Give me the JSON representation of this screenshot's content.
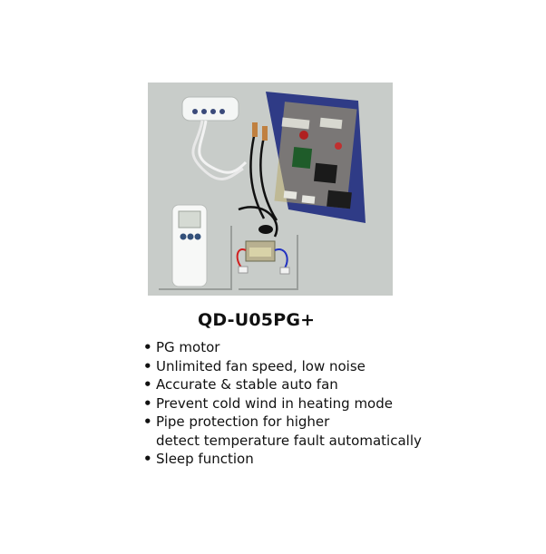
{
  "product": {
    "model": "QD-U05PG+",
    "features": [
      {
        "text": "PG motor"
      },
      {
        "text": "Unlimited fan speed, low noise"
      },
      {
        "text": "Accurate & stable auto fan"
      },
      {
        "text": "Prevent cold wind in heating mode"
      },
      {
        "text": "Pipe protection for higher",
        "continuation": "detect temperature fault automatically"
      },
      {
        "text": "Sleep function"
      }
    ],
    "bullet_symbol": "•"
  },
  "colors": {
    "photo_background": "#c8ccc9",
    "pcb": "#2f3b86",
    "text": "#111111"
  }
}
